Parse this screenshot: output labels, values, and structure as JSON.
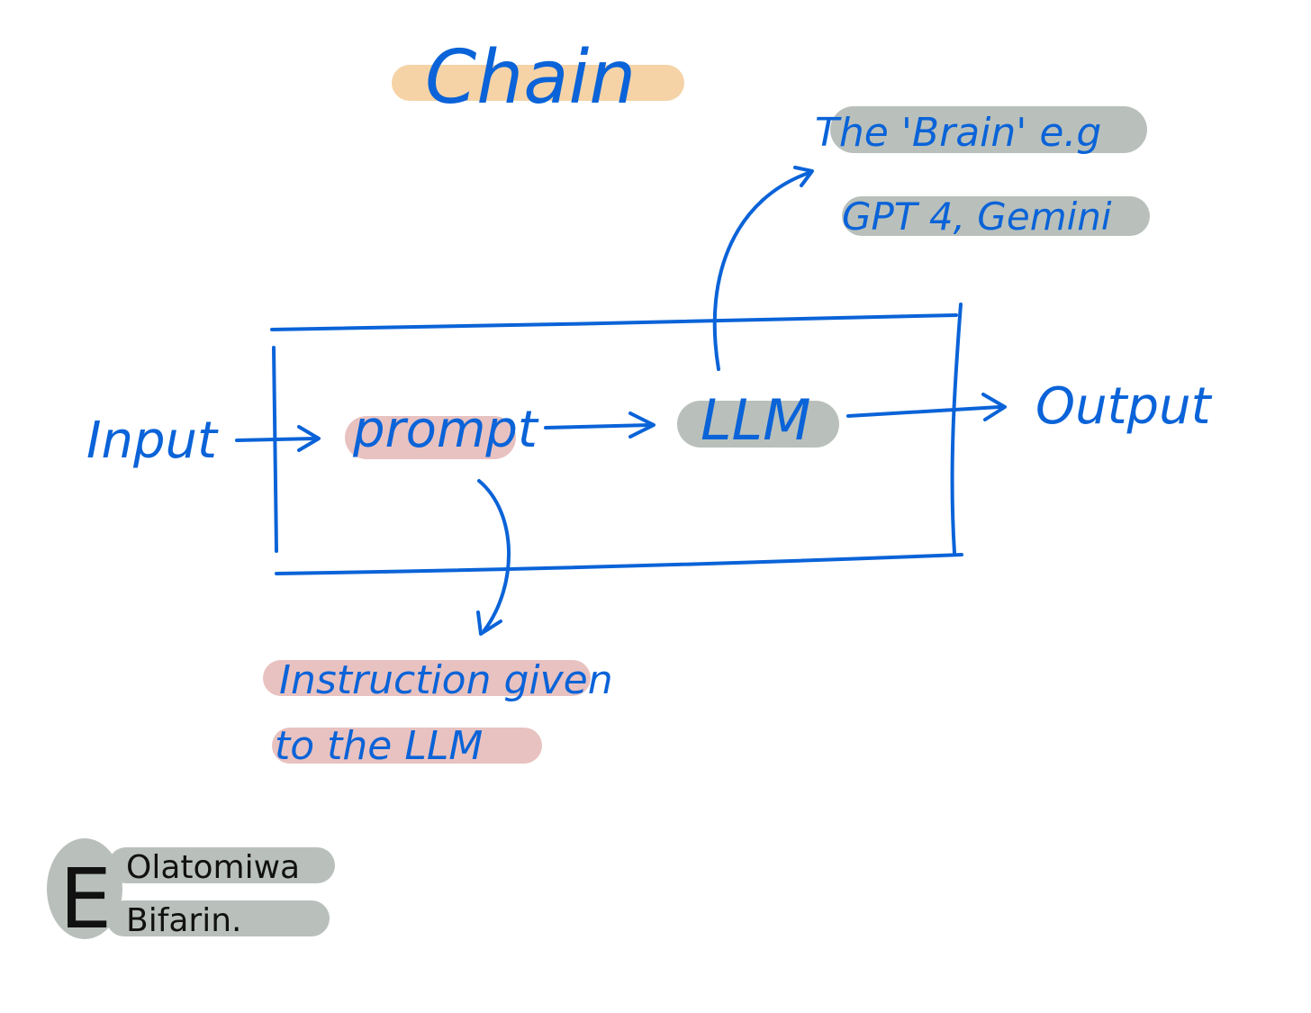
{
  "title": "Chain",
  "nodes": {
    "input": "Input",
    "prompt": "prompt",
    "llm": "LLM",
    "output": "Output"
  },
  "annotations": {
    "llm_note_line1": "The 'Brain' e.g",
    "llm_note_line2": "GPT 4, Gemini",
    "prompt_note_line1": "Instruction given",
    "prompt_note_line2": "to the LLM"
  },
  "signature": {
    "monogram": "E",
    "line1": "Olatomiwa",
    "line2": "Bifarin."
  },
  "colors": {
    "ink": "#0a63d8",
    "title_highlight": "#f5d3a6",
    "prompt_highlight": "#e8c2c0",
    "llm_highlight": "#b9c0bb",
    "signature_ink": "#111111"
  },
  "icons": {
    "arrow": "arrow-right-icon",
    "curved_arrow": "curved-arrow-icon"
  }
}
